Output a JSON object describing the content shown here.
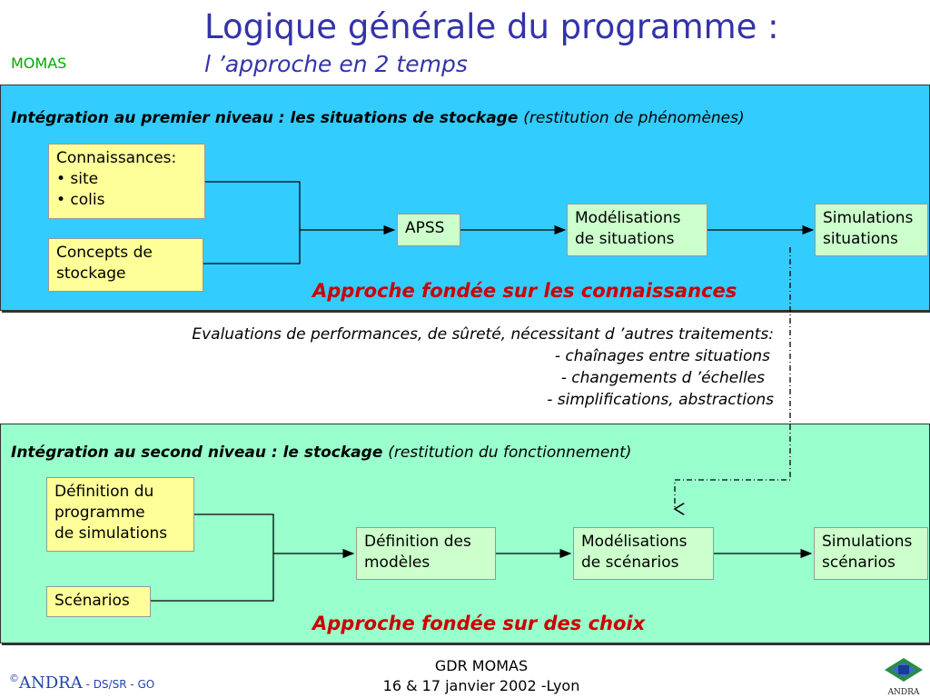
{
  "header": {
    "title": "Logique générale du programme :",
    "subtitle": "l ’approche en 2 temps",
    "tag": "MOMAS"
  },
  "level1": {
    "heading": "Intégration au premier niveau : les situations de stockage",
    "note": "(restitution de phénomènes)",
    "box_knowledge": [
      "Connaissances:",
      "• site",
      "• colis"
    ],
    "box_concepts": [
      "Concepts de",
      "stockage"
    ],
    "box_apss": "APSS",
    "box_modelisations": [
      "Modélisations",
      "de situations"
    ],
    "box_simulations": [
      "Simulations",
      "situations"
    ],
    "approach": "Approche fondée sur les connaissances"
  },
  "evaluations": {
    "lead": "Evaluations de performances, de sûreté, nécessitant d ’autres traitements:",
    "items": [
      "- chaînages entre situations",
      "- changements d ’échelles",
      "- simplifications, abstractions"
    ]
  },
  "level2": {
    "heading": "Intégration au second niveau : le stockage",
    "note": "(restitution du fonctionnement)",
    "box_definition_programme": [
      "Définition du",
      "programme",
      "de simulations"
    ],
    "box_scenarios": "Scénarios",
    "box_definition_modeles": [
      "Définition des",
      "modèles"
    ],
    "box_modelisations": [
      "Modélisations",
      "de scénarios"
    ],
    "box_simulations": [
      "Simulations",
      "scénarios"
    ],
    "approach": "Approche fondée sur des choix"
  },
  "footer": {
    "event": "GDR MOMAS",
    "date": "16 & 17 janvier 2002 -Lyon",
    "copyright": "©",
    "org": "ANDRA",
    "dept": " -  DS/SR - GO",
    "logo_text": "ANDRA"
  },
  "colors": {
    "title": "#3333aa",
    "panel_top": "#33ccff",
    "panel_bottom": "#99ffcc",
    "box_yellow": "#ffff99",
    "box_green": "#ccffcc",
    "approach": "#cc0000",
    "tag": "#00aa00"
  }
}
